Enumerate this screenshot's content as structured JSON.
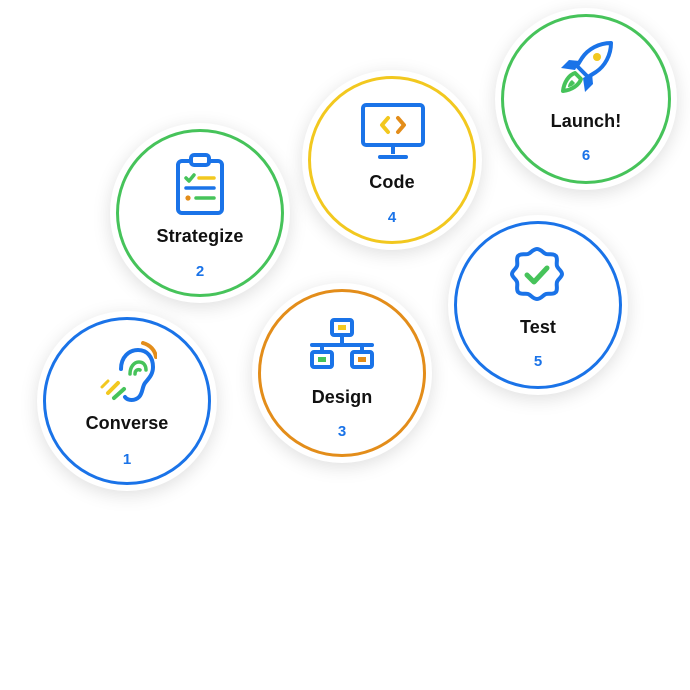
{
  "steps": [
    {
      "label": "Converse",
      "number": "1",
      "ring_color": "#1a73e8",
      "icon": "ear-icon"
    },
    {
      "label": "Strategize",
      "number": "2",
      "ring_color": "#46c35a",
      "icon": "clipboard-checklist-icon"
    },
    {
      "label": "Design",
      "number": "3",
      "ring_color": "#e38d1a",
      "icon": "sitemap-icon"
    },
    {
      "label": "Code",
      "number": "4",
      "ring_color": "#f2c81f",
      "icon": "monitor-code-icon"
    },
    {
      "label": "Test",
      "number": "5",
      "ring_color": "#1a73e8",
      "icon": "badge-check-icon"
    },
    {
      "label": "Launch!",
      "number": "6",
      "ring_color": "#46c35a",
      "icon": "rocket-icon"
    }
  ],
  "colors": {
    "blue": "#1a73e8",
    "green": "#46c35a",
    "orange": "#e38d1a",
    "yellow": "#f2c81f",
    "text": "#111111"
  }
}
